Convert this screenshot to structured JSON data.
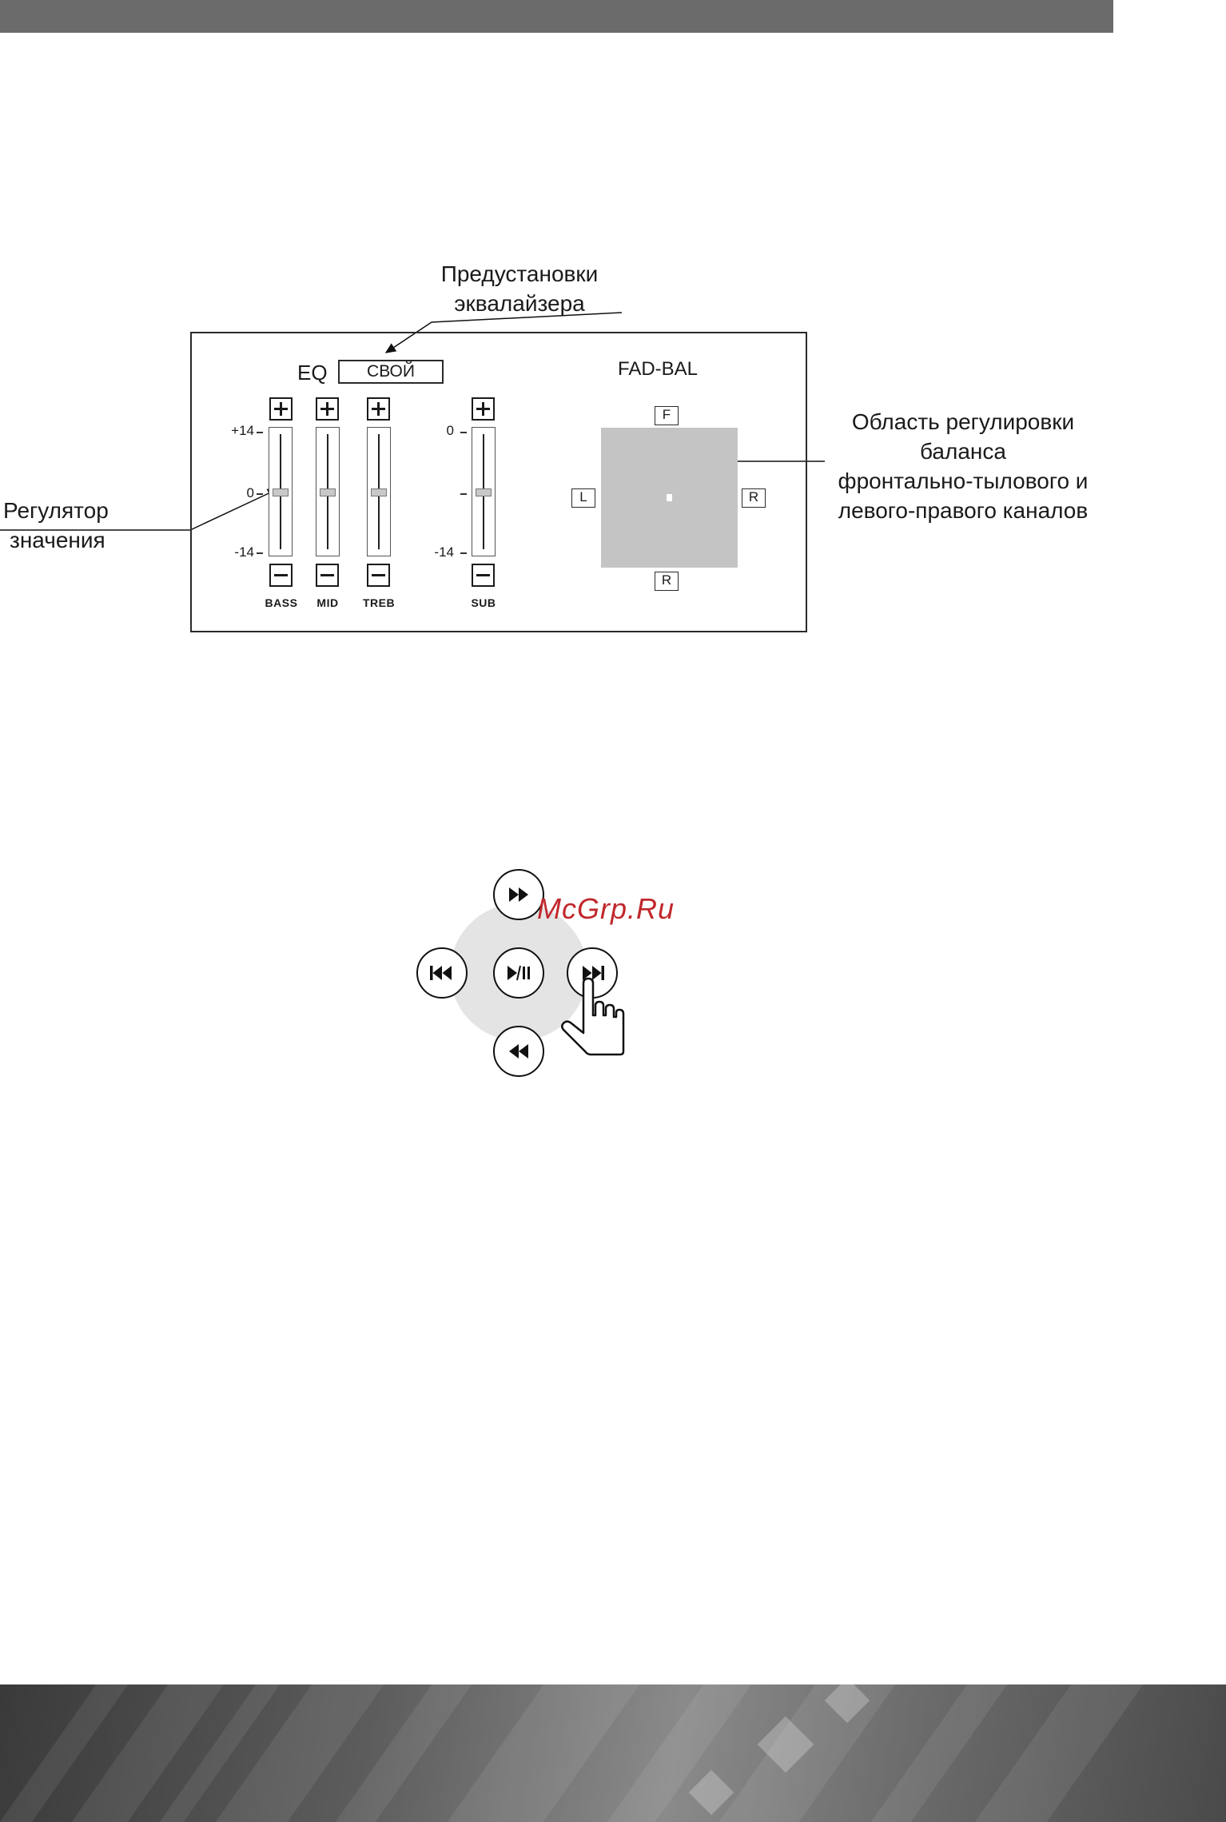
{
  "header": {
    "bar_color": "#6b6b6b"
  },
  "annotations": {
    "presets_line1": "Предустановки",
    "presets_line2": "эквалайзера",
    "slider_line1": "Регулятор",
    "slider_line2": "значения",
    "balance_line1": "Область регулировки",
    "balance_line2": "баланса",
    "balance_line3": "фронтально-тылового и",
    "balance_line4": "левого-правого каналов"
  },
  "eq": {
    "label": "EQ",
    "preset_value": "СВОЙ",
    "scale_top": "+14",
    "scale_mid": "0",
    "scale_bottom": "-14",
    "sub_scale_top": "0",
    "sub_scale_mid": "",
    "sub_scale_bottom": "-14",
    "bands": [
      {
        "label": "BASS",
        "level": 0
      },
      {
        "label": "MID",
        "level": 0
      },
      {
        "label": "TREB",
        "level": 0
      },
      {
        "label": "SUB",
        "level": -7
      }
    ]
  },
  "fadbal": {
    "title": "FAD-BAL",
    "top": "F",
    "bottom": "R",
    "left": "L",
    "right": "R",
    "area_color": "#c4c4c4"
  },
  "media_controls": {
    "buttons": [
      {
        "name": "fast-forward",
        "icon": "fast-forward-icon"
      },
      {
        "name": "previous-track",
        "icon": "skip-previous-icon"
      },
      {
        "name": "play-pause",
        "icon": "play-pause-icon"
      },
      {
        "name": "next-track",
        "icon": "skip-next-icon"
      },
      {
        "name": "rewind",
        "icon": "rewind-icon"
      }
    ],
    "hand": "pointing-hand-icon"
  },
  "watermark": {
    "text": "McGrp.Ru",
    "color": "#c0282c"
  }
}
